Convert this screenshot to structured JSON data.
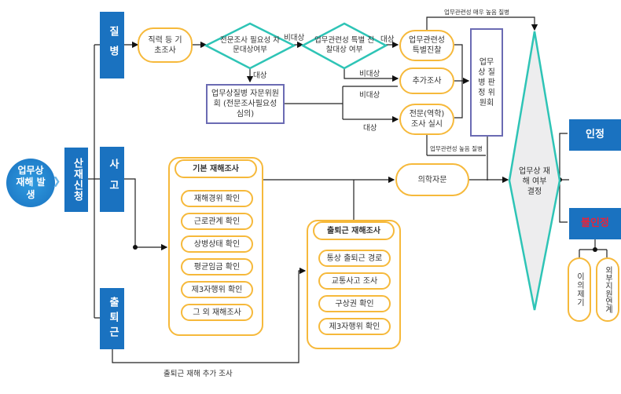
{
  "start": {
    "label": "업무상 재해 발생",
    "chevron": "❯"
  },
  "apply": {
    "label": "산재신청"
  },
  "categories": {
    "disease": "질병",
    "accident": "사고",
    "commute": "출퇴근"
  },
  "disease_flow": {
    "basic_survey": "직력 등 기초조사",
    "decision1": "전문조사 필요성 자문대상여부",
    "decision2": "업무관련성 특별 진찰대상 여부",
    "special_exam": "업무관련성 특별진찰",
    "extra_survey": "추가조사",
    "expert_survey": "전문(역학) 조사 실시",
    "advisory_committee": "업무상질병 자문위원회 (전문조사필요성심의)",
    "judgment_committee": "업무상 질병 판정 위원회",
    "labels": {
      "non_target_1": "비대상",
      "target_1": "대상",
      "target_2": "대상",
      "non_target_2": "비대상",
      "non_target_3": "비대상",
      "target_3": "대상"
    },
    "very_high": "업무관련성 매우 높음 질병",
    "high": "업무관련성 높음 질병"
  },
  "basic_group": {
    "title": "기본 재해조사",
    "items": [
      "재해경위 확인",
      "근로관계 확인",
      "상병상태 확인",
      "평균임금 확인",
      "제3자행위 확인",
      "그 외 재해조사"
    ]
  },
  "commute_group": {
    "title": "출퇴근 재해조사",
    "items": [
      "통상 출퇴근 경로",
      "교통사고 조사",
      "구상권 확인",
      "제3자행위 확인"
    ]
  },
  "medical_advice": "의학자문",
  "commute_extra": "출퇴근 재해 추가 조사",
  "final_decision": "업무상 재해 여부 결정",
  "approved": "인정",
  "rejected": "불인정",
  "objection": "이의제기",
  "external_support": "외부지원연계",
  "colors": {
    "blue": "#1a72c0",
    "orange": "#f6b93b",
    "teal": "#2ec4b6",
    "purple": "#6b6bb3",
    "rejected_text": "#e8233a"
  }
}
